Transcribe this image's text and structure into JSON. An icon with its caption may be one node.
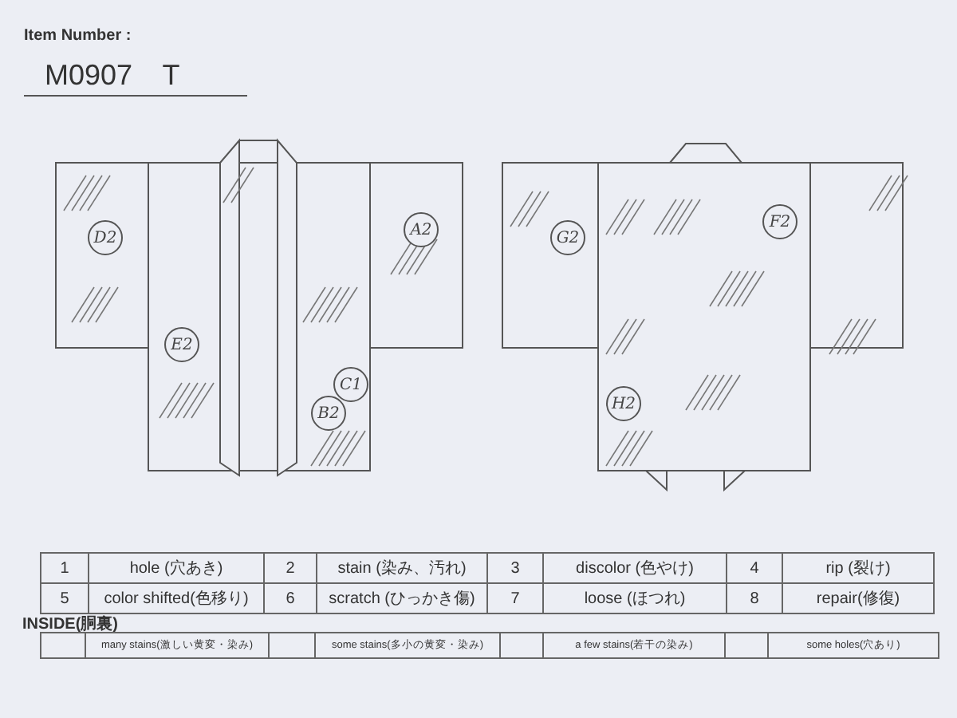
{
  "diagram": {
    "labels": [
      "Item Number :",
      "M0907 T",
      "D2",
      "A2",
      "E2",
      "C1",
      "B2",
      "G2",
      "F2",
      "H2",
      "1",
      "hole (穴あき)",
      "2",
      "stain (染み、汚れ)",
      "3",
      "discolor (色やけ)",
      "4",
      "rip (裂け)",
      "5",
      "color shifted(色移り)",
      "6",
      "scratch (ひっかき傷)",
      "7",
      "loose (ほつれ)",
      "8",
      "repair(修復)",
      "INSIDE(胴裏)",
      "many stains(激しい黄変・染み)",
      "some stains(多小の黄変・染み)",
      "a few stains(若干の染み)",
      "some holes(穴あり)"
    ]
  }
}
